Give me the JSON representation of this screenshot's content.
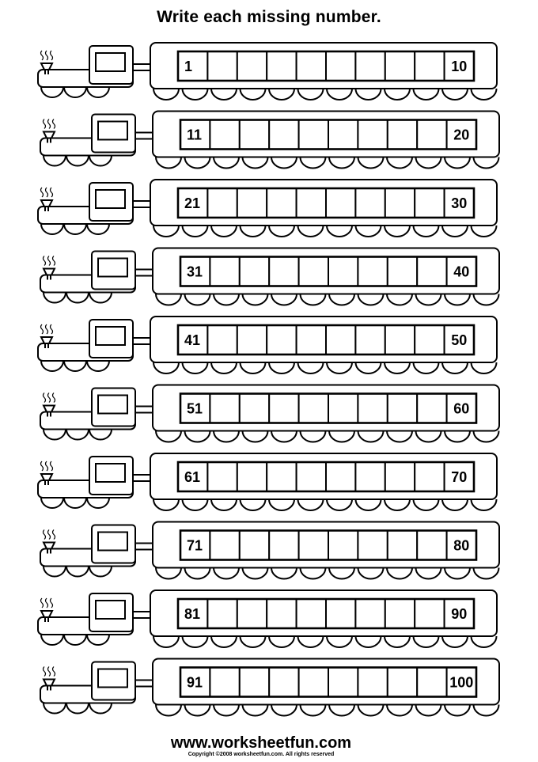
{
  "worksheet": {
    "title": "Write each missing number.",
    "website": "www.worksheetfun.com",
    "copyright": "Copyright ©2008 worksheetfun.com. All rights reserved"
  },
  "trains": [
    {
      "start": "1",
      "end": "10"
    },
    {
      "start": "11",
      "end": "20"
    },
    {
      "start": "21",
      "end": "30"
    },
    {
      "start": "31",
      "end": "40"
    },
    {
      "start": "41",
      "end": "50"
    },
    {
      "start": "51",
      "end": "60"
    },
    {
      "start": "61",
      "end": "70"
    },
    {
      "start": "71",
      "end": "80"
    },
    {
      "start": "81",
      "end": "90"
    },
    {
      "start": "91",
      "end": "100"
    }
  ]
}
